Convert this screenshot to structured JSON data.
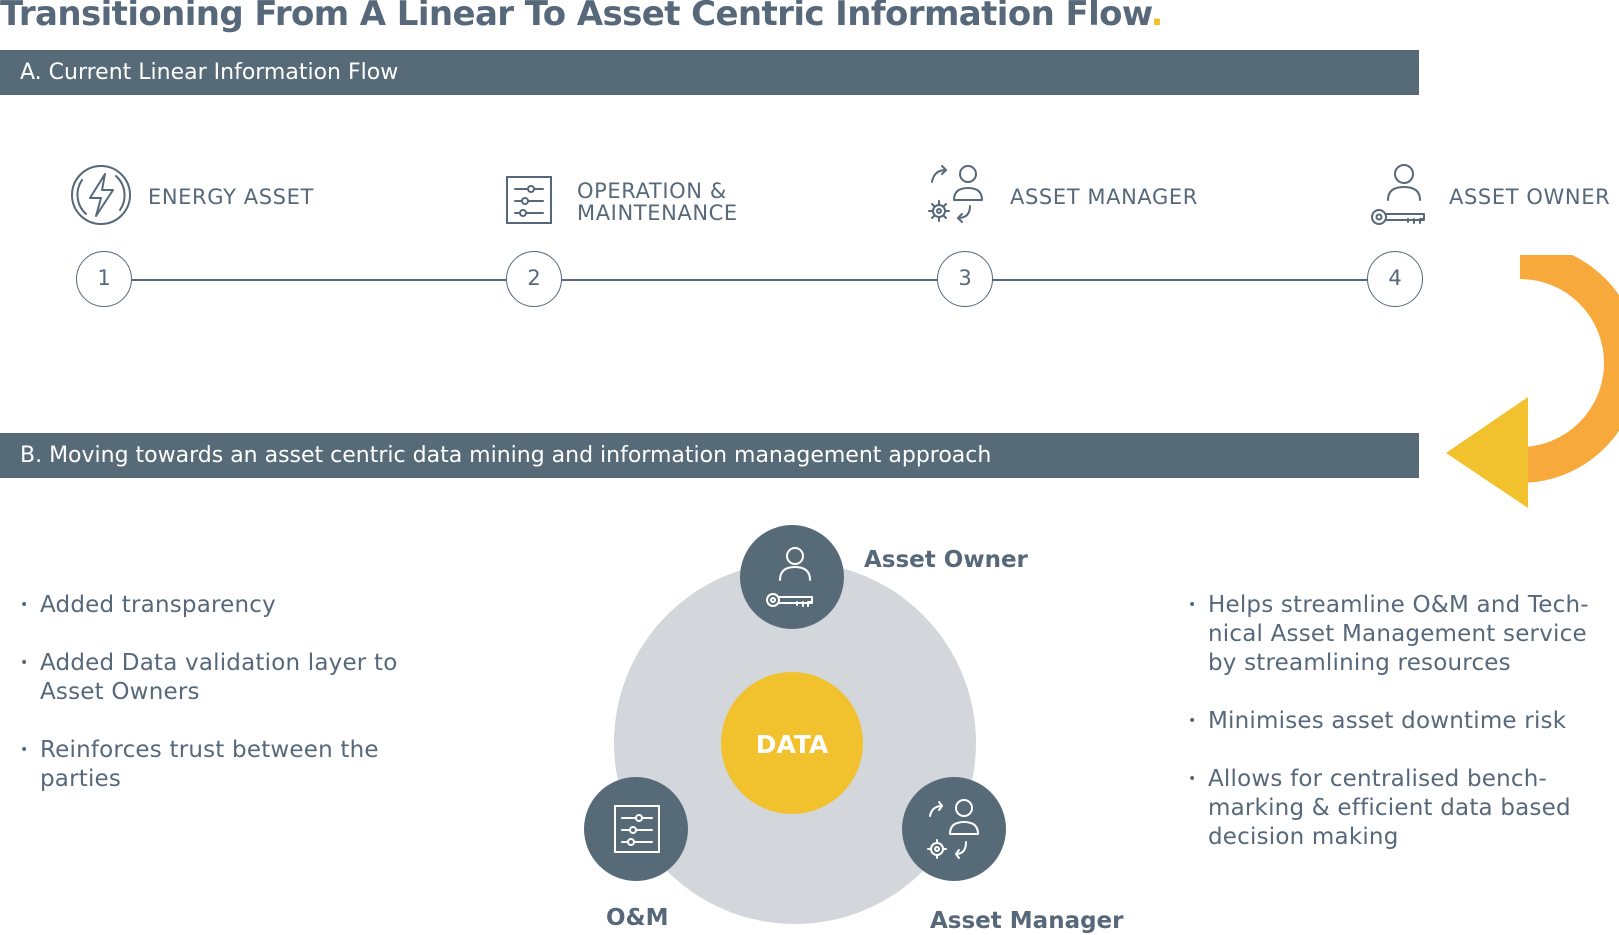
{
  "title": {
    "text": "Transitioning From A Linear To Asset Centric Information Flow",
    "dot": "."
  },
  "section_a": {
    "heading": "A. Current Linear Information Flow",
    "stages": [
      {
        "number": "1",
        "label_line1": "ENERGY ASSET",
        "label_line2": "",
        "icon": "energy-icon"
      },
      {
        "number": "2",
        "label_line1": "OPERATION &",
        "label_line2": "MAINTENANCE",
        "icon": "checklist-icon"
      },
      {
        "number": "3",
        "label_line1": "ASSET MANAGER",
        "label_line2": "",
        "icon": "manager-gear-icon"
      },
      {
        "number": "4",
        "label_line1": "ASSET OWNER",
        "label_line2": "",
        "icon": "owner-key-icon"
      }
    ]
  },
  "section_b": {
    "heading": "B. Moving towards an asset centric data mining and information management approach",
    "center_label": "DATA",
    "roles": {
      "owner": "Asset Owner",
      "om": "O&M",
      "manager": "Asset Manager"
    },
    "left_points": [
      {
        "line1": "Added transparency",
        "line2": ""
      },
      {
        "line1": "Added Data validation layer to",
        "line2": "Asset Owners"
      },
      {
        "line1": "Reinforces trust between the",
        "line2": "parties"
      }
    ],
    "right_points": [
      {
        "line1": "Helps streamline O&M and Tech-",
        "line2": "nical Asset Management service",
        "line3": "by streamlining resources"
      },
      {
        "line1": "Minimises asset downtime risk",
        "line2": "",
        "line3": ""
      },
      {
        "line1": "Allows for centralised bench-",
        "line2": "marking & efficient data based",
        "line3": "decision making"
      }
    ]
  },
  "colors": {
    "slate": "#566a78",
    "text": "#56687a",
    "accent_yellow": "#f2c12e",
    "accent_orange": "#f7a93b",
    "circle_gray": "#d3d6da"
  }
}
